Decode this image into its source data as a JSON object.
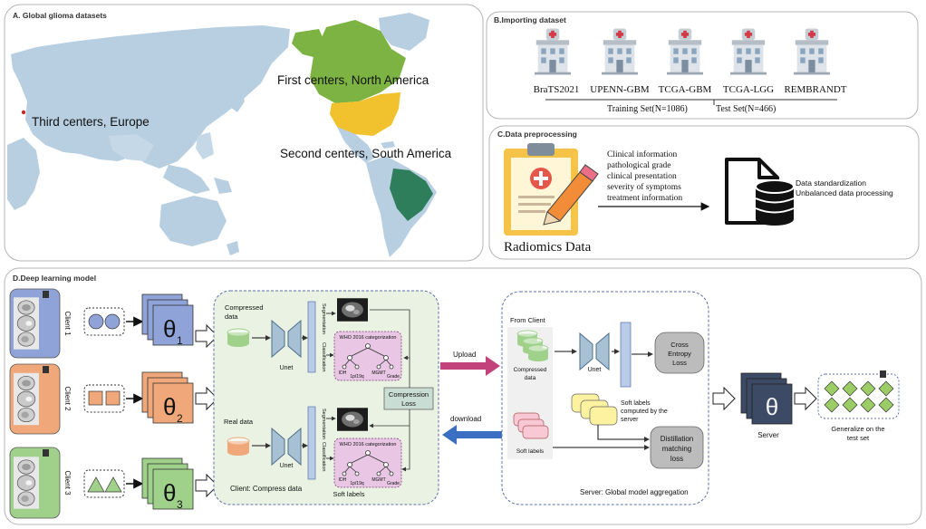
{
  "panelA": {
    "title": "A. Global glioma datasets",
    "label_first": "First centers, North America",
    "label_second": "Second centers, South America",
    "label_third": "Third centers, Europe"
  },
  "panelB": {
    "title": "B.Importing dataset",
    "datasets": [
      "BraTS2021",
      "UPENN-GBM",
      "TCGA-GBM",
      "TCGA-LGG",
      "REMBRANDT"
    ],
    "training_set": "Training Set(N=1086)",
    "test_set": "Test Set(N=466)"
  },
  "panelC": {
    "title": "C.Data preprocessing",
    "clinical_lines": [
      "Clinical information",
      "pathological grade",
      "clinical presentation",
      "severity of symptoms",
      "treatment information"
    ],
    "radiomics": "Radiomics Data",
    "processing_lines": [
      "Data standardization",
      "Unbalanced data processing"
    ]
  },
  "panelD": {
    "title": "D.Deep learning model",
    "clients": [
      "Client 1",
      "Client 2",
      "Client 3"
    ],
    "theta": "θ",
    "theta_subs": [
      "1",
      "2",
      "3"
    ],
    "client_box": {
      "compressed_data": [
        "Compressed",
        "data"
      ],
      "real_data": "Real data",
      "unet": "Unet",
      "segmentation": "Segmentation",
      "classification": "Classification",
      "who": "WHO 2016 categorization",
      "leaves": [
        "IDH",
        "1p/19q",
        "MGMT",
        "Grade"
      ],
      "compression_loss": [
        "Compression",
        "Loss"
      ],
      "soft_labels": "Soft labels",
      "caption": "Client: Compress data"
    },
    "upload": "Upload",
    "download": "download",
    "server_box": {
      "from_client": "From Client",
      "compressed_data": [
        "Compressed",
        "data"
      ],
      "soft_labels": "Soft labels",
      "unet": "Unet",
      "cross_entropy": [
        "Cross",
        "Entropy",
        "Loss"
      ],
      "soft_labels_computed": [
        "Soft labels",
        "computed by the",
        "server"
      ],
      "distillation": [
        "Distillation",
        "matching",
        "loss"
      ],
      "caption": "Server: Global model aggregation"
    },
    "server_theta": "θ",
    "server_label": "Server",
    "generalize": [
      "Generalize on the",
      "test set"
    ]
  },
  "colors": {
    "north_america": "#7cb342",
    "usa": "#f2c12e",
    "south_america": "#2e7d5b",
    "ocean_map": "#b7cfe0",
    "client1": "#8fa3d9",
    "client2": "#f0a87a",
    "client3": "#9fd18b",
    "client_box_bg": "#eaf3e3",
    "upload_arrow": "#c2427b",
    "download_arrow": "#3b6fc4",
    "server_theta": "#3d4a66",
    "diamond": "#9ccc65"
  }
}
